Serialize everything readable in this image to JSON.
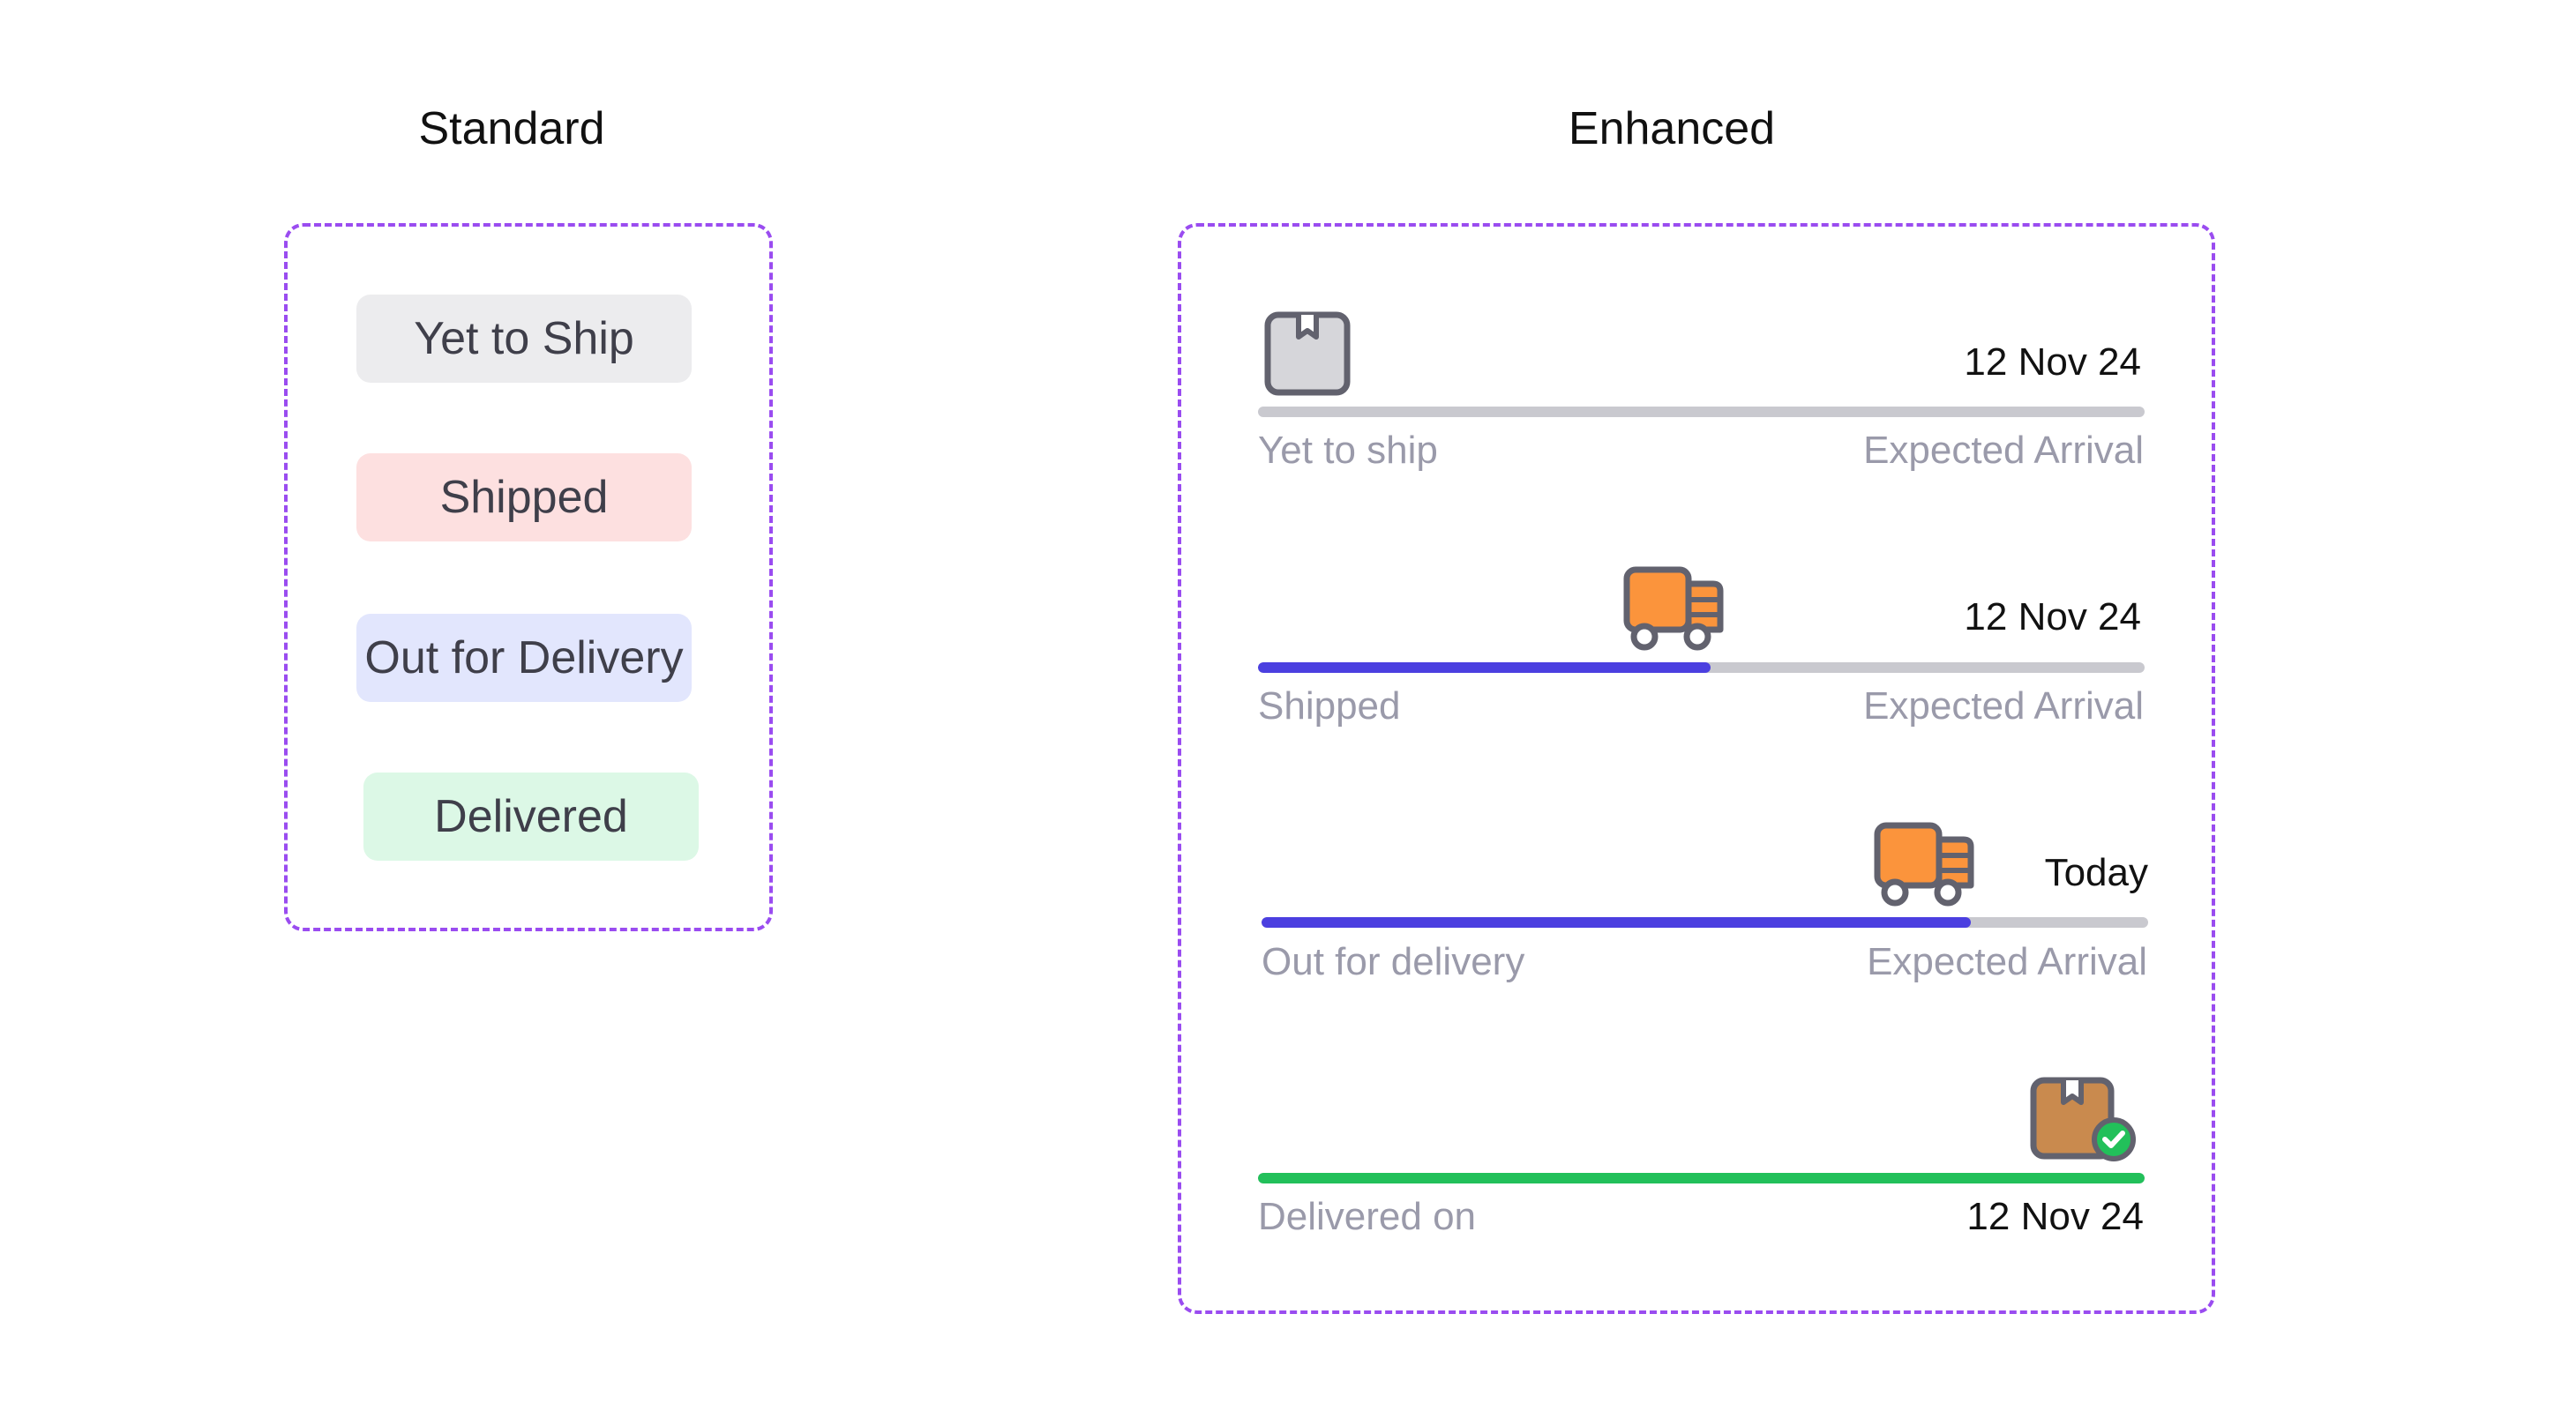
{
  "standard": {
    "title": "Standard",
    "badges": [
      {
        "label": "Yet to Ship",
        "bg": "#ececee",
        "fg": "#3f3f4a"
      },
      {
        "label": "Shipped",
        "bg": "#fde0e0",
        "fg": "#3f3f4a"
      },
      {
        "label": "Out for Delivery",
        "bg": "#e2e6fd",
        "fg": "#3f3f4a"
      },
      {
        "label": "Delivered",
        "bg": "#dcf8e6",
        "fg": "#3f3f4a"
      }
    ]
  },
  "enhanced": {
    "title": "Enhanced",
    "rows": [
      {
        "status": "Yet to ship",
        "date": "12 Nov 24",
        "caption": "Expected Arrival",
        "progress": 0,
        "icon": "box-icon"
      },
      {
        "status": "Shipped",
        "date": "12 Nov 24",
        "caption": "Expected Arrival",
        "progress": 0.51,
        "icon": "truck-icon"
      },
      {
        "status": "Out for delivery",
        "date": "Today",
        "caption": "Expected Arrival",
        "progress": 0.8,
        "icon": "truck-icon"
      },
      {
        "status": "Delivered on",
        "date": "12 Nov 24",
        "caption": "",
        "progress": 1.0,
        "icon": "delivered-box-icon"
      }
    ]
  },
  "colors": {
    "frame_border": "#9a4cf0",
    "track": "#c9c9cf",
    "progress_active": "#4b3fe0",
    "progress_done": "#22c05a",
    "truck_orange": "#fb943c",
    "box_brown": "#c98a4e",
    "icon_outline": "#62626e"
  }
}
